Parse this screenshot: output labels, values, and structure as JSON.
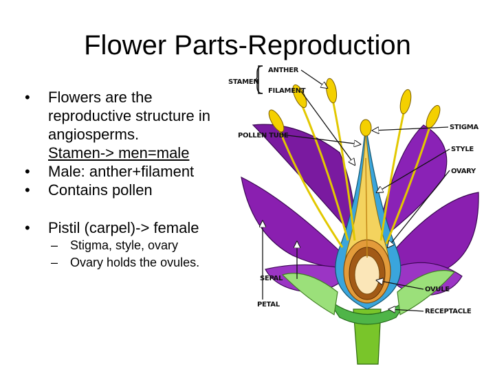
{
  "title": "Flower Parts-Reproduction",
  "bullets": [
    "Flowers are the reproductive structure in angiosperms.",
    "Stamen-> men=male",
    "Male: anther+filament",
    "Contains pollen",
    "Pistil (carpel)-> female"
  ],
  "sub_bullets": [
    "Stigma, style, ovary",
    "Ovary holds the ovules."
  ],
  "diagram_labels": {
    "anther": "ANTHER",
    "stamen": "STAMEN",
    "filament": "FILAMENT",
    "pollen_tube": "POLLEN TUBE",
    "stigma": "STIGMA",
    "style": "STYLE",
    "ovary": "OVARY",
    "sepal": "SEPAL",
    "petal": "PETAL",
    "ovule": "OVULE",
    "receptacle": "RECEPTACLE"
  },
  "colors": {
    "petal": "#8a1fb0",
    "stamen": "#f4d000",
    "sepal": "#9be07a",
    "stem": "#79c52a",
    "ovary": "#f2b04a",
    "inner": "#3aa5dc"
  }
}
